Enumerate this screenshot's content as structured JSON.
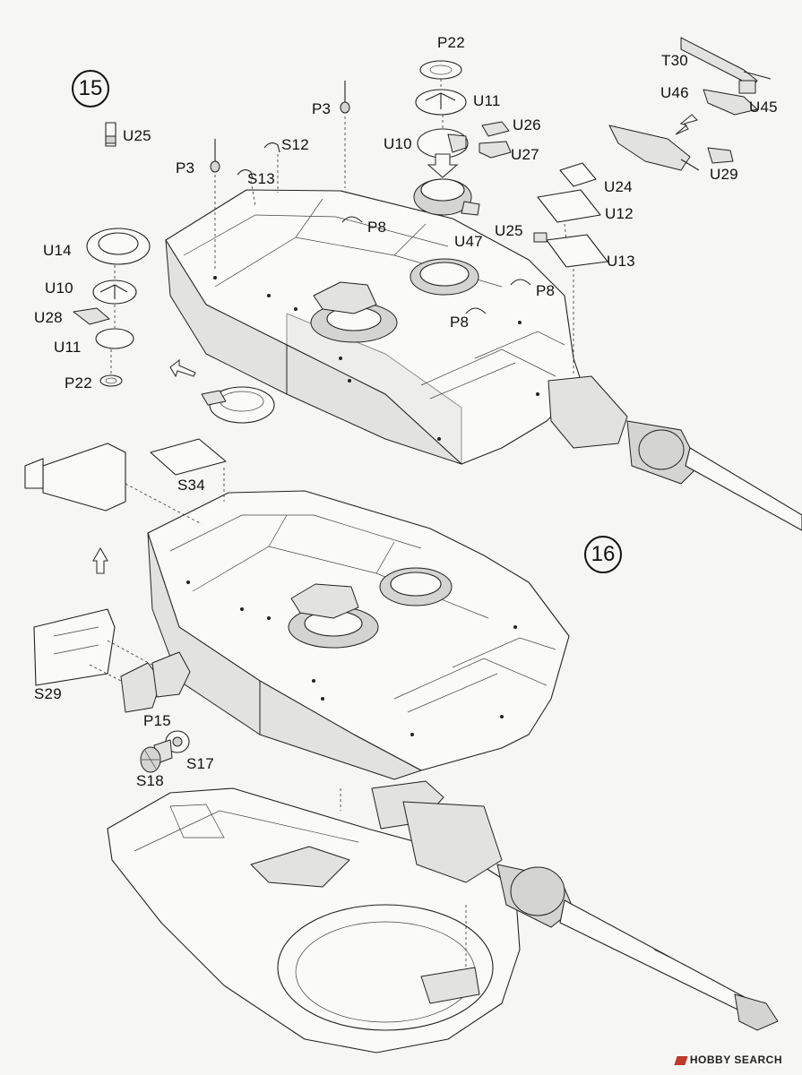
{
  "steps": {
    "step_15": "15",
    "step_16": "16"
  },
  "labels": {
    "p22_top": "P22",
    "t30": "T30",
    "p3_top": "P3",
    "u11_top": "U11",
    "u46": "U46",
    "u45": "U45",
    "u25_left": "U25",
    "u26": "U26",
    "s12": "S12",
    "u10_top": "U10",
    "u27": "U27",
    "p3_left": "P3",
    "s13": "S13",
    "u29": "U29",
    "u24": "U24",
    "p8_a": "P8",
    "u12": "U12",
    "u14": "U14",
    "u47": "U47",
    "u25_right": "U25",
    "u13": "U13",
    "u10_left": "U10",
    "p8_b": "P8",
    "u28": "U28",
    "p8_c": "P8",
    "u11_left": "U11",
    "p22_left": "P22",
    "s34": "S34",
    "s29": "S29",
    "p15": "P15",
    "s17": "S17",
    "s18": "S18"
  },
  "watermark": {
    "brand": "HOBBY SEARCH",
    "brand_color": "#c0392b"
  }
}
